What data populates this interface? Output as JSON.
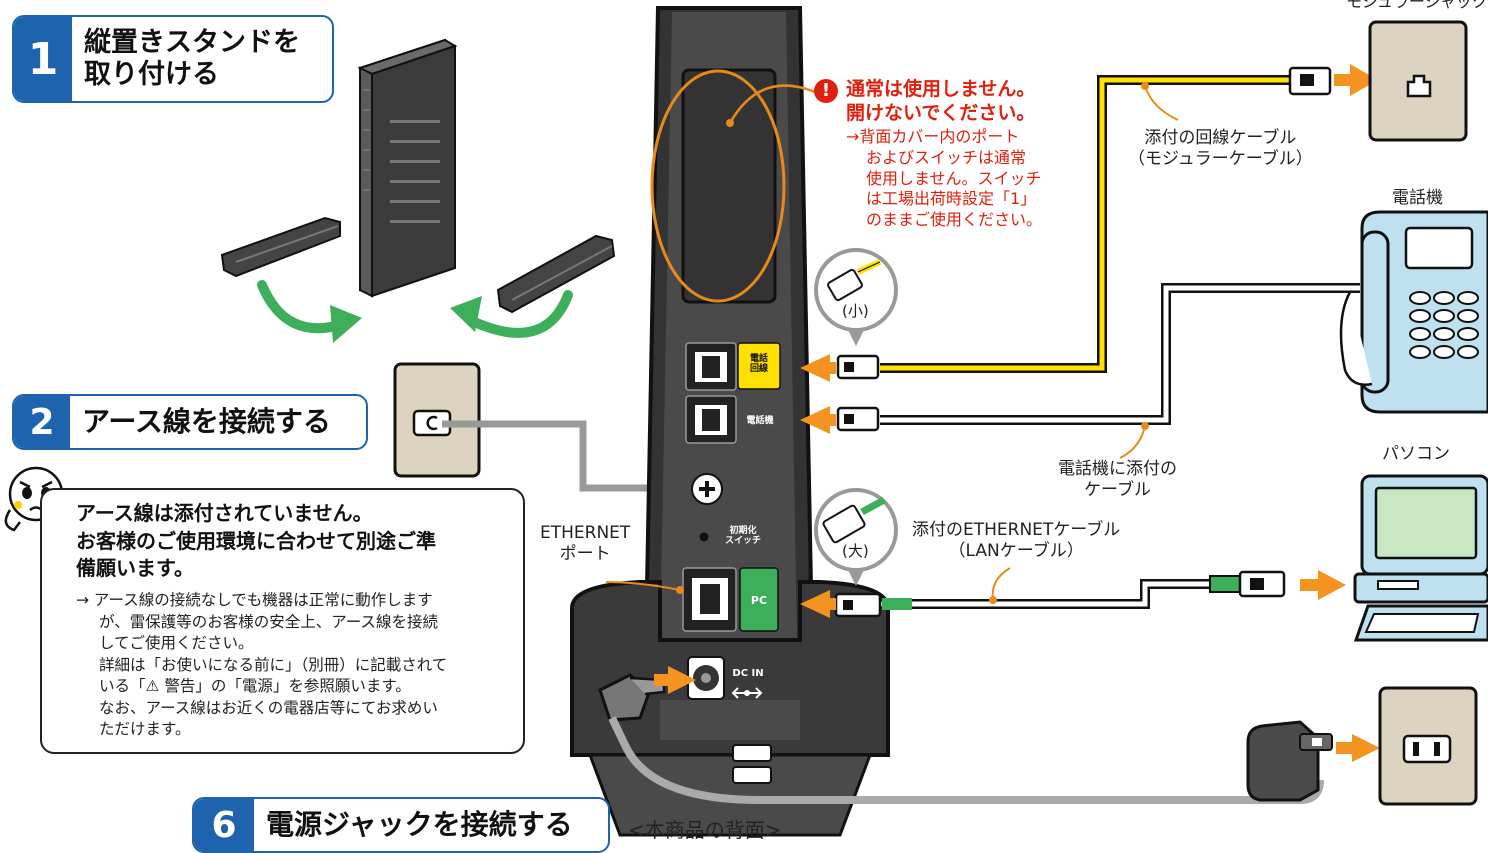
{
  "steps": {
    "step1": {
      "num": "1",
      "line1": "縦置きスタンドを",
      "line2": "取り付ける"
    },
    "step2": {
      "num": "2",
      "title": "アース線を接続する"
    },
    "step6": {
      "num": "6",
      "title": "電源ジャックを接続する"
    }
  },
  "note": {
    "head1": "アース線は添付されていません。",
    "head2": "お客様のご使用環境に合わせて別途ご準",
    "head3": "備願います。",
    "b1": "→ アース線の接続なしでも機器は正常に動作します",
    "b2": "が、雷保護等のお客様の安全上、アース線を接続",
    "b3": "してご使用ください。",
    "b4": "詳細は「お使いになる前に」（別冊）に記載されて",
    "b5": "いる「⚠ 警告」の「電源」を参照願います。",
    "b6": "なお、アース線はお近くの電器店等にてお求めい",
    "b7": "ただけます。"
  },
  "warning": {
    "icon": "!",
    "line1": "通常は使用しません。",
    "line2": "開けないでください。",
    "d1": "→背面カバー内のポート",
    "d2": "およびスイッチは通常",
    "d3": "使用しません。スイッチ",
    "d4": "は工場出荷時設定「1」",
    "d5": "のままご使用ください。"
  },
  "labels": {
    "modular_jack": "モジュラージャック",
    "phone_cable_1": "添付の回線ケーブル",
    "phone_cable_2": "（モジュラーケーブル）",
    "telephone": "電話機",
    "small": "(小)",
    "large": "(大)",
    "phone_attached_1": "電話機に添付の",
    "phone_attached_2": "ケーブル",
    "pc": "パソコン",
    "ethernet_cable_1": "添付のETHERNETケーブル",
    "ethernet_cable_2": "（LANケーブル）",
    "ethernet_port_1": "ETHERNET",
    "ethernet_port_2": "ポート",
    "back_view": "<本商品の背面>"
  },
  "device": {
    "line_port_1": "電話",
    "line_port_2": "回線",
    "phone_port": "電話機",
    "init_1": "初期化",
    "init_2": "スイッチ",
    "pc_port": "PC",
    "dc_in": "DC IN"
  },
  "colors": {
    "step_blue": "#1e63ad",
    "warning_red": "#e0200e",
    "arrow_orange": "#f39420",
    "arrow_green": "#3dae5a",
    "callout_orange": "#e88a1a",
    "port_yellow": "#ffe000",
    "port_green": "#3dae5a",
    "device_dark": "#3a3a3a",
    "wall_plate": "#dcd3c0"
  }
}
